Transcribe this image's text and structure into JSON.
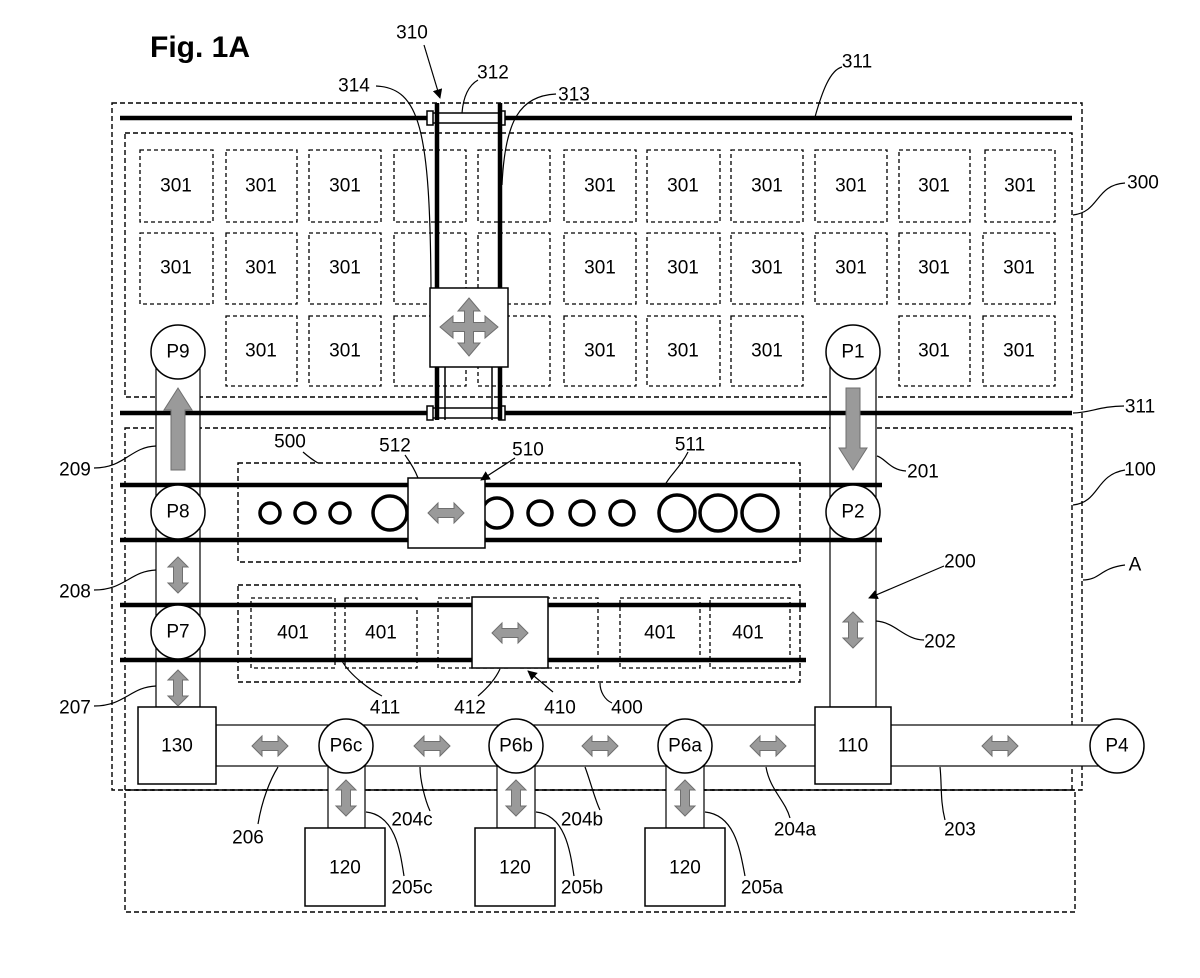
{
  "figure": {
    "title": "Fig. 1A"
  },
  "storage": {
    "rows": [
      [
        "301",
        "301",
        "301",
        "301",
        "301",
        "301",
        "301",
        "301",
        "301"
      ],
      [
        "301",
        "301",
        "301",
        "301",
        "301",
        "301",
        "301",
        "301",
        "301"
      ],
      [
        "301",
        "301",
        "301",
        "301",
        "301",
        "301",
        "301"
      ]
    ]
  },
  "buffer": {
    "cells": [
      "401",
      "401",
      "401",
      "401"
    ]
  },
  "stations": [
    "P9",
    "P1",
    "P8",
    "P2",
    "P7",
    "P6c",
    "P6b",
    "P6a",
    "P4"
  ],
  "units": [
    "130",
    "110",
    "120",
    "120",
    "120"
  ],
  "callouts": [
    "310",
    "312",
    "311",
    "314",
    "313",
    "300",
    "311",
    "500",
    "512",
    "510",
    "511",
    "201",
    "100",
    "209",
    "A",
    "200",
    "208",
    "202",
    "207",
    "411",
    "412",
    "410",
    "400",
    "206",
    "204c",
    "204b",
    "204a",
    "203",
    "205c",
    "205b",
    "205a"
  ],
  "colors": {
    "arrow": "#9a9a9a",
    "arrow_stroke": "#6f6f6f",
    "line": "#000000"
  }
}
